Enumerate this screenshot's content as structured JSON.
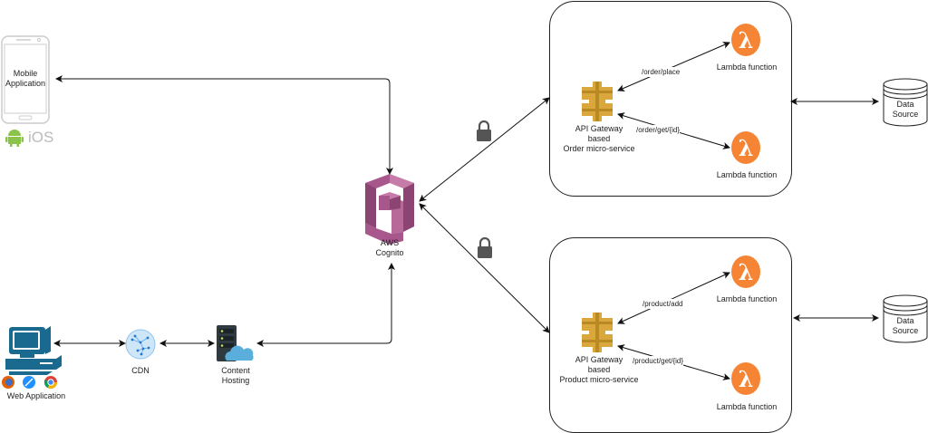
{
  "nodes": {
    "mobile": {
      "label_line1": "Mobile",
      "label_line2": "Application",
      "platform_ios": "iOS"
    },
    "web": {
      "label": "Web Application"
    },
    "cdn": {
      "label": "CDN"
    },
    "hosting": {
      "label_line1": "Content",
      "label_line2": "Hosting"
    },
    "cognito": {
      "label_line1": "AWS",
      "label_line2": "Cognito"
    },
    "order_service": {
      "gateway_line1": "API Gateway",
      "gateway_line2": "based",
      "gateway_line3": "Order micro-service",
      "route1": "/order/place",
      "route2": "/order/get/{id}",
      "lambda1": "Lambda function",
      "lambda2": "Lambda function"
    },
    "product_service": {
      "gateway_line1": "API Gateway",
      "gateway_line2": "based",
      "gateway_line3": "Product micro-service",
      "route1": "/product/add",
      "route2": "/product/get/{id}",
      "lambda1": "Lambda function",
      "lambda2": "Lambda function"
    },
    "datasource1": {
      "label_line1": "Data",
      "label_line2": "Source"
    },
    "datasource2": {
      "label_line1": "Data",
      "label_line2": "Source"
    }
  },
  "colors": {
    "cognito": "#a8578c",
    "lambda": "#f58534",
    "gateway": "#d9a73b",
    "web_blue": "#1a6a8f",
    "cdn": "#5aa7e6",
    "cloud": "#5aaedc",
    "lock": "#555555",
    "android": "#8bc34a"
  }
}
